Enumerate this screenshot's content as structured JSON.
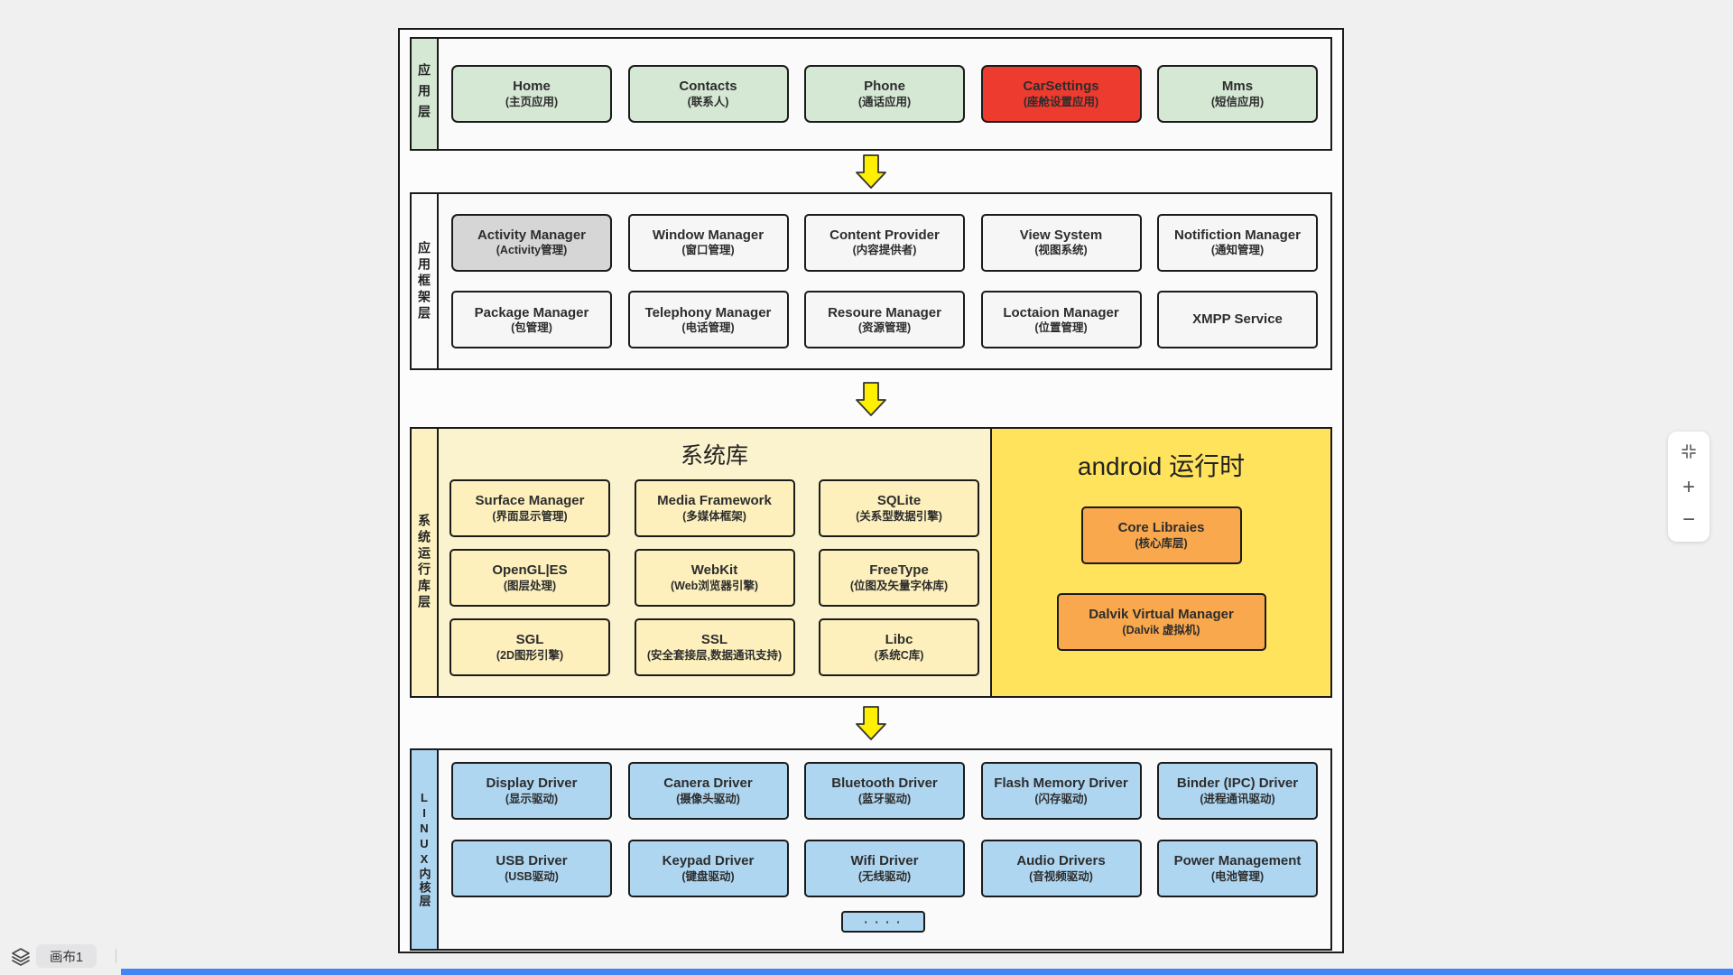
{
  "colors": {
    "page_bg": "#f0f0f1",
    "green_box": "#d5e8d4",
    "red_box": "#ee3b2f",
    "gray_box": "#d6d6d6",
    "light_box": "#f6f6f6",
    "yellow_box": "#fdf0bd",
    "yellow_section": "#fbf3cd",
    "gold_section": "#ffe35c",
    "orange_box": "#f9a84d",
    "blue_box": "#aed6f1",
    "arrow_yellow": "#ffef00",
    "bottom_bar_blue": "#4285f4"
  },
  "layers": {
    "app": {
      "label": "应用层",
      "boxes": [
        {
          "title": "Home",
          "subtitle": "(主页应用)"
        },
        {
          "title": "Contacts",
          "subtitle": "(联系人)"
        },
        {
          "title": "Phone",
          "subtitle": "(通话应用)"
        },
        {
          "title": "CarSettings",
          "subtitle": "(座舱设置应用)"
        },
        {
          "title": "Mms",
          "subtitle": "(短信应用)"
        }
      ]
    },
    "framework": {
      "label": "应用框架层",
      "row1": [
        {
          "title": "Activity Manager",
          "subtitle": "(Activity管理)"
        },
        {
          "title": "Window Manager",
          "subtitle": "(窗口管理)"
        },
        {
          "title": "Content Provider",
          "subtitle": "(内容提供者)"
        },
        {
          "title": "View System",
          "subtitle": "(视图系统)"
        },
        {
          "title": "Notifiction Manager",
          "subtitle": "(通知管理)"
        }
      ],
      "row2": [
        {
          "title": "Package Manager",
          "subtitle": "(包管理)"
        },
        {
          "title": "Telephony Manager",
          "subtitle": "(电话管理)"
        },
        {
          "title": "Resoure Manager",
          "subtitle": "(资源管理)"
        },
        {
          "title": "Loctaion Manager",
          "subtitle": "(位置管理)"
        },
        {
          "title": "XMPP Service",
          "subtitle": ""
        }
      ]
    },
    "runtime": {
      "label": "系统运行库层",
      "syslib_title": "系统库",
      "syslib_rows": [
        [
          {
            "title": "Surface Manager",
            "subtitle": "(界面显示管理)"
          },
          {
            "title": "Media Framework",
            "subtitle": "(多媒体框架)"
          },
          {
            "title": "SQLite",
            "subtitle": "(关系型数据引擎)"
          }
        ],
        [
          {
            "title": "OpenGL|ES",
            "subtitle": "(图层处理)"
          },
          {
            "title": "WebKit",
            "subtitle": "(Web浏览器引擎)"
          },
          {
            "title": "FreeType",
            "subtitle": "(位图及矢量字体库)"
          }
        ],
        [
          {
            "title": "SGL",
            "subtitle": "(2D图形引擎)"
          },
          {
            "title": "SSL",
            "subtitle": "(安全套接层,数据通讯支持)"
          },
          {
            "title": "Libc",
            "subtitle": "(系统C库)"
          }
        ]
      ],
      "runtime_title": "android 运行时",
      "runtime_boxes": [
        {
          "title": "Core Libraies",
          "subtitle": "(核心库层)"
        },
        {
          "title": "Dalvik Virtual Manager",
          "subtitle": "(Dalvik 虚拟机)"
        }
      ]
    },
    "kernel": {
      "label": "LINUX内核层",
      "row1": [
        {
          "title": "Display Driver",
          "subtitle": "(显示驱动)"
        },
        {
          "title": "Canera Driver",
          "subtitle": "(摄像头驱动)"
        },
        {
          "title": "Bluetooth Driver",
          "subtitle": "(蓝牙驱动)"
        },
        {
          "title": "Flash Memory Driver",
          "subtitle": "(闪存驱动)"
        },
        {
          "title": "Binder (IPC) Driver",
          "subtitle": "(进程通讯驱动)"
        }
      ],
      "row2": [
        {
          "title": "USB Driver",
          "subtitle": "(USB驱动)"
        },
        {
          "title": "Keypad Driver",
          "subtitle": "(键盘驱动)"
        },
        {
          "title": "Wifi Driver",
          "subtitle": "(无线驱动)"
        },
        {
          "title": "Audio Drivers",
          "subtitle": "(音视频驱动)"
        },
        {
          "title": "Power Management",
          "subtitle": "(电池管理)"
        }
      ],
      "dots": "· · · ·"
    }
  },
  "chrome": {
    "canvas_tab": "画布1",
    "zoom_in": "+",
    "zoom_out": "−"
  }
}
